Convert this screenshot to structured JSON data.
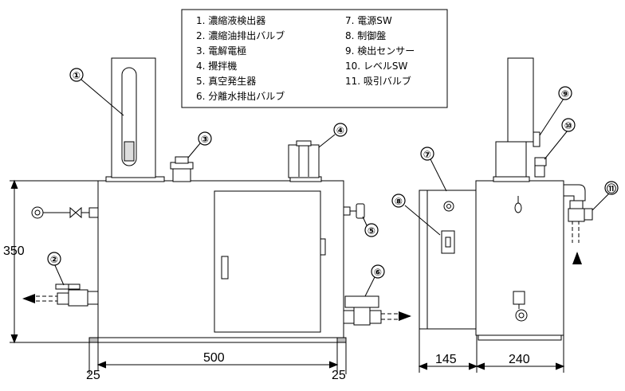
{
  "legend": {
    "left": [
      "1. 濃縮液検出器",
      "2. 濃縮油排出バルブ",
      "3. 電解電極",
      "4. 攪拌機",
      "5. 真空発生器",
      "6. 分離水排出バルブ"
    ],
    "right": [
      "7. 電源SW",
      "8. 制御盤",
      "9. 検出センサー",
      "10. レベルSW",
      "11. 吸引バルブ"
    ]
  },
  "callouts": [
    "①",
    "②",
    "③",
    "④",
    "⑤",
    "⑥",
    "⑦",
    "⑧",
    "⑨",
    "⑩",
    "⑪"
  ],
  "dimensions": {
    "height": "350",
    "width_main": "500",
    "foot_left": "25",
    "foot_right": "25",
    "side_panel": "145",
    "side_tank": "240"
  }
}
